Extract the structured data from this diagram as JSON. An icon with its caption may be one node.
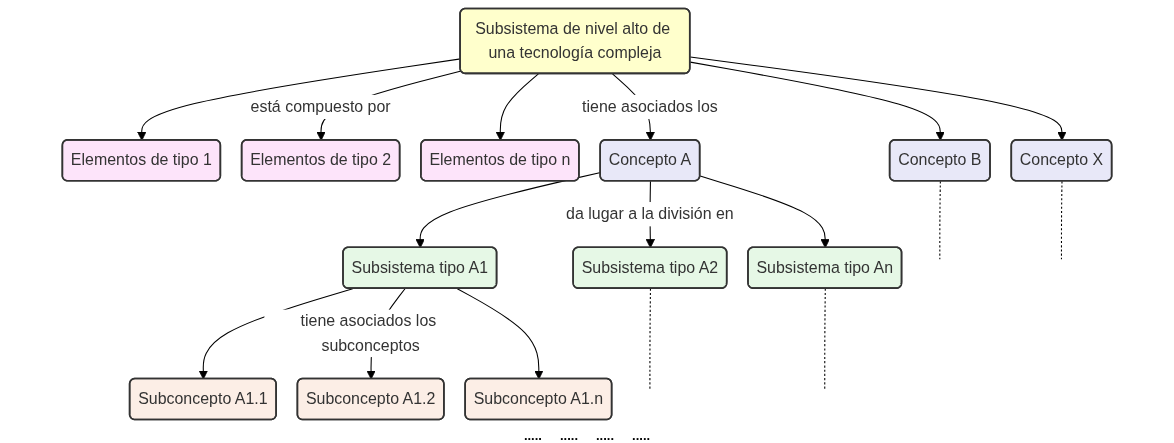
{
  "diagram": {
    "nodes": [
      {
        "text": [
          "Subsistema de nivel alto de una tecnología compleja"
        ]
      },
      {
        "text": [
          "Elementos de tipo 1"
        ]
      },
      {
        "text": [
          "Elementos de tipo 2"
        ]
      },
      {
        "text": [
          "Elementos de tipo n"
        ]
      },
      {
        "text": [
          "Concepto A"
        ]
      },
      {
        "text": [
          "Concepto B"
        ]
      },
      {
        "text": [
          "Concepto X"
        ]
      },
      {
        "text": [
          "Subsistema tipo A1"
        ]
      },
      {
        "text": [
          "Subsistema tipo A2"
        ]
      },
      {
        "text": [
          "Subsistema tipo An"
        ]
      },
      {
        "text": [
          "Subconcepto A1.1"
        ]
      },
      {
        "text": [
          "Subconcepto A1.2"
        ]
      },
      {
        "text": [
          "Subconcepto A1.n"
        ]
      }
    ],
    "edges": [
      {
        "from": 0,
        "to": 1,
        "arrow": "to"
      },
      {
        "from": 0,
        "to": 2,
        "arrow": "to",
        "label": "está compuesto por"
      },
      {
        "from": 0,
        "to": 3,
        "arrow": "to"
      },
      {
        "from": 0,
        "to": 4,
        "arrow": "to",
        "label": "tiene asociados los"
      },
      {
        "from": 0,
        "to": 5,
        "arrow": "to"
      },
      {
        "from": 0,
        "to": 6,
        "arrow": "to"
      },
      {
        "from": 4,
        "to": 7,
        "arrow": "to"
      },
      {
        "from": 4,
        "to": 8,
        "arrow": "to",
        "label": "da lugar a la división en"
      },
      {
        "from": 4,
        "to": 9,
        "arrow": "to"
      },
      {
        "from": 7,
        "to": 10,
        "arrow": "to"
      },
      {
        "from": 7,
        "to": 11,
        "arrow": "to",
        "label": "tiene asociados los subconceptos"
      },
      {
        "from": 7,
        "to": 12,
        "arrow": "to"
      },
      {
        "from": 5,
        "to": null,
        "arrow": "none",
        "style": "dashed"
      },
      {
        "from": 6,
        "to": null,
        "arrow": "none",
        "style": "dashed"
      },
      {
        "from": 8,
        "to": null,
        "arrow": "none",
        "style": "dashed"
      },
      {
        "from": 9,
        "to": null,
        "arrow": "none",
        "style": "dashed"
      }
    ],
    "labels": [
      ".....",
      ".....",
      ".....",
      "....."
    ]
  }
}
